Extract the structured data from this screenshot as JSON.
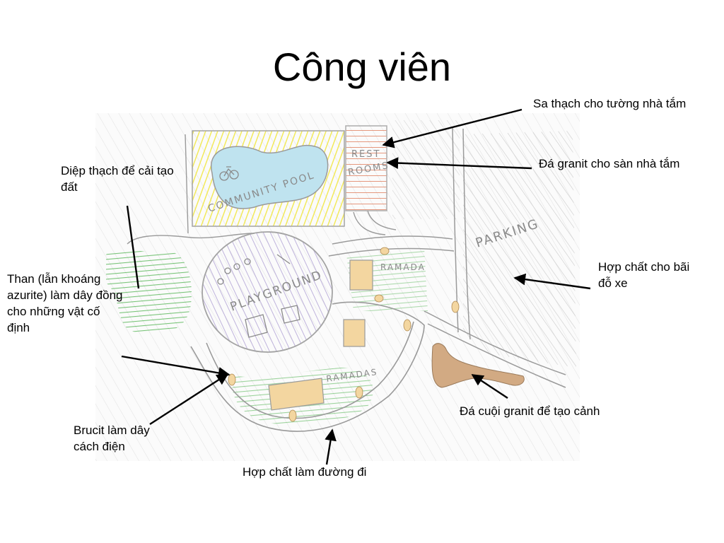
{
  "title": "Công viên",
  "map_labels": {
    "pool": "COMMUNITY POOL",
    "rest": "REST",
    "rooms": "ROOMS",
    "playground": "PLAYGROUND",
    "parking": "PARKING",
    "ramada": "RAMADA",
    "ramadas": "RAMADAS"
  },
  "callouts": {
    "sandstone": "Sa thạch cho tường nhà tắm",
    "granite_floor": "Đá granit cho sàn nhà tắm",
    "shale": "Diệp thạch để cải tạo đất",
    "coal": "Than (lẫn khoáng azurite) làm dây đồng cho những vật cố định",
    "parking_compound": "Hợp chất cho bãi đỗ xe",
    "granite_pebbles": "Đá cuội granit để tạo cảnh",
    "brucite": "Brucit làm dây cách điện",
    "path_compound": "Hợp chất làm đường đi"
  },
  "colors": {
    "pencil": "#9a9a9a",
    "grass": "#4fb24f",
    "pool_water": "#bfe3ef",
    "pool_yellow": "#f2e84a",
    "playground": "#b9acd9",
    "bench": "#f3d6a0",
    "rock": "#d2aa83",
    "restroom": "#e08060"
  }
}
